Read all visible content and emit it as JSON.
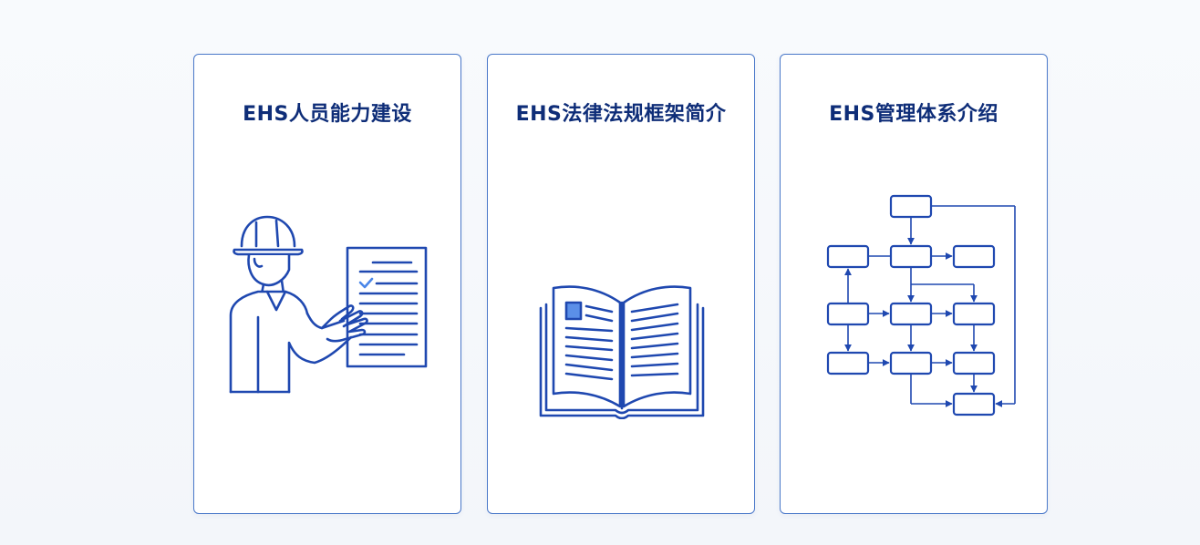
{
  "cards": [
    {
      "title": "EHS人员能力建设",
      "icon": "worker-with-checklist-icon"
    },
    {
      "title": "EHS法律法规框架简介",
      "icon": "open-book-icon"
    },
    {
      "title": "EHS管理体系介绍",
      "icon": "flowchart-icon"
    }
  ],
  "colors": {
    "accent": "#1f48b0",
    "title": "#0e2d78",
    "card_border": "#4a78c9",
    "highlight": "#5b8fe8"
  }
}
